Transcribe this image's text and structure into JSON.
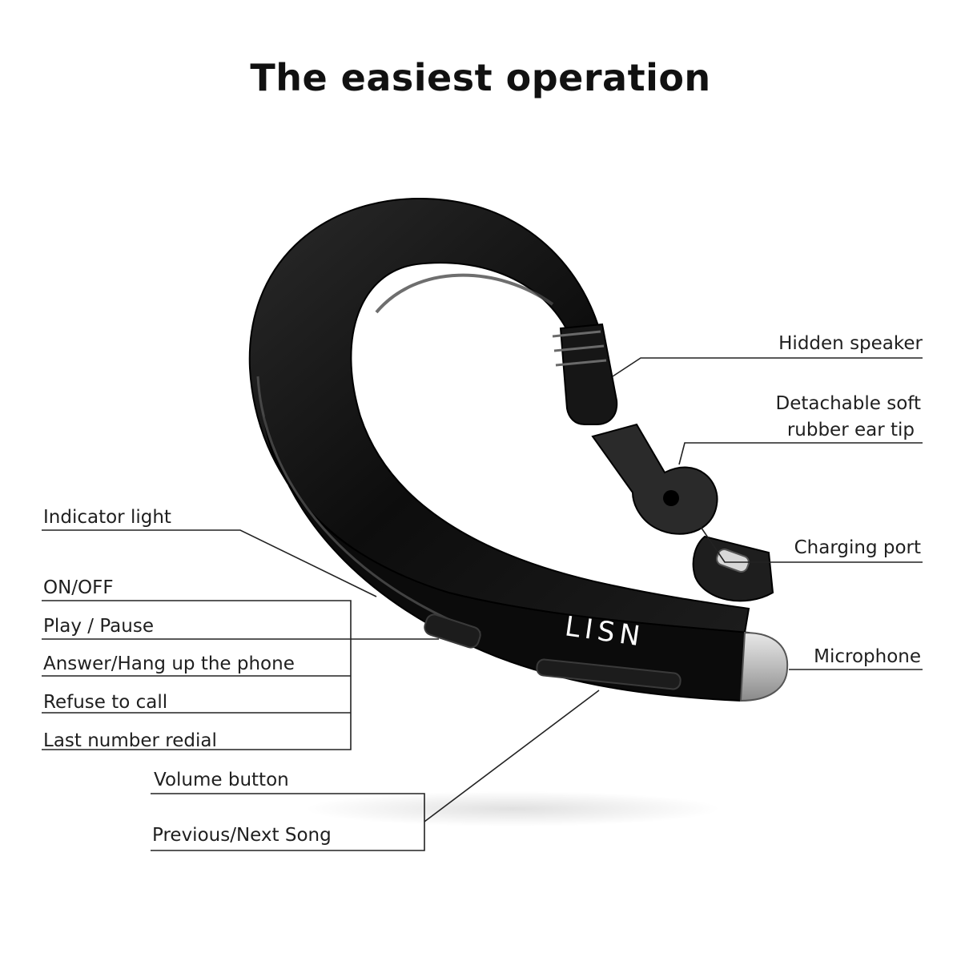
{
  "title": "The easiest operation",
  "brand_logo_text": "LISN",
  "labels": {
    "hidden_speaker": "Hidden speaker",
    "ear_tip_line1": "Detachable soft",
    "ear_tip_line2": "rubber ear tip",
    "charging_port": "Charging port",
    "microphone": "Microphone",
    "indicator_light": "Indicator light",
    "on_off": "ON/OFF",
    "play_pause": "Play / Pause",
    "answer_hang_up": "Answer/Hang up the phone",
    "refuse_call": "Refuse to call",
    "last_redial": "Last number redial",
    "volume_button": "Volume button",
    "prev_next_song": "Previous/Next Song"
  },
  "colors": {
    "earpiece_body": "#111111",
    "microphone_tip": "#c9c9c9",
    "leader_line": "#222222"
  }
}
